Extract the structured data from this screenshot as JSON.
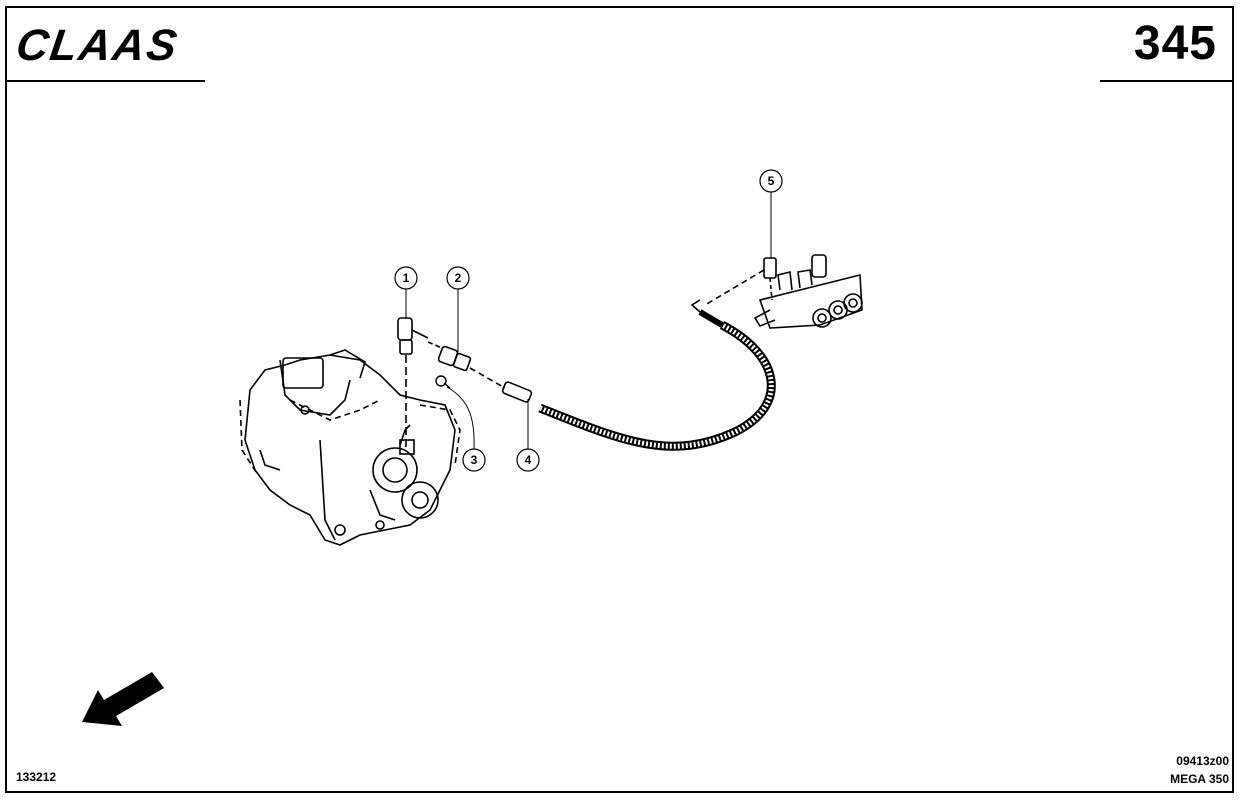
{
  "header": {
    "brand": "CLAAS",
    "page_number": "345"
  },
  "footer": {
    "drawing_code": "133212",
    "reference_code": "09413z00",
    "model": "MEGA 350"
  },
  "callouts": [
    {
      "label": "1"
    },
    {
      "label": "2"
    },
    {
      "label": "3"
    },
    {
      "label": "4"
    },
    {
      "label": "5"
    }
  ],
  "icons": {
    "direction": "direction-arrow-icon"
  }
}
